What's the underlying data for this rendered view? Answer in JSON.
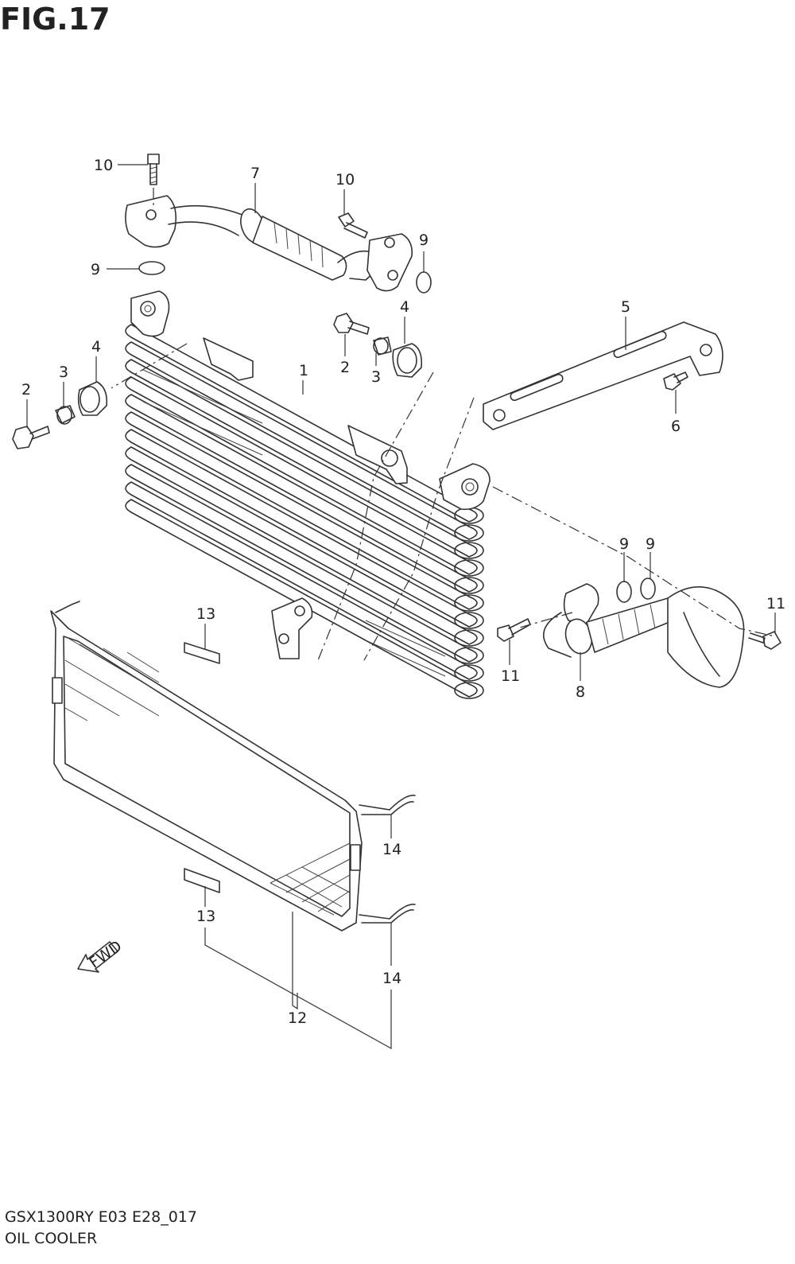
{
  "figure": {
    "title": "FIG.17",
    "code": "GSX1300RY E03 E28_017",
    "name": "OIL COOLER"
  },
  "callouts": [
    {
      "id": "c10a",
      "label": "10"
    },
    {
      "id": "c7",
      "label": "7"
    },
    {
      "id": "c10b",
      "label": "10"
    },
    {
      "id": "c9a",
      "label": "9"
    },
    {
      "id": "c9b",
      "label": "9"
    },
    {
      "id": "c4a",
      "label": "4"
    },
    {
      "id": "c4b",
      "label": "4"
    },
    {
      "id": "c5",
      "label": "5"
    },
    {
      "id": "c2a",
      "label": "2"
    },
    {
      "id": "c3a",
      "label": "3"
    },
    {
      "id": "c2b",
      "label": "2"
    },
    {
      "id": "c3b",
      "label": "3"
    },
    {
      "id": "c1",
      "label": "1"
    },
    {
      "id": "c6",
      "label": "6"
    },
    {
      "id": "c9c",
      "label": "9"
    },
    {
      "id": "c9d",
      "label": "9"
    },
    {
      "id": "c11a",
      "label": "11"
    },
    {
      "id": "c11b",
      "label": "11"
    },
    {
      "id": "c8",
      "label": "8"
    },
    {
      "id": "c13a",
      "label": "13"
    },
    {
      "id": "c14a",
      "label": "14"
    },
    {
      "id": "c13b",
      "label": "13"
    },
    {
      "id": "c14b",
      "label": "14"
    },
    {
      "id": "c12",
      "label": "12"
    }
  ],
  "fwd_label": "FWD"
}
